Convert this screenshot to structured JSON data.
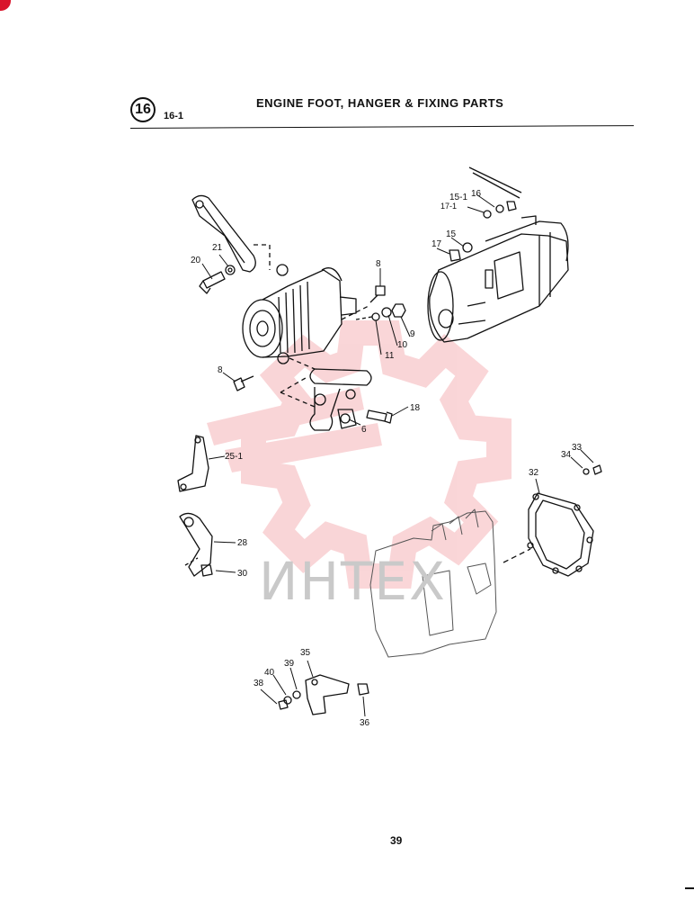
{
  "header": {
    "section_number": "16",
    "sub_section": "16-1",
    "title": "ENGINE FOOT, HANGER & FIXING PARTS"
  },
  "watermark": {
    "text": "ИНТЕХ",
    "color": "#e8454f"
  },
  "part_labels": [
    "20",
    "21",
    "8",
    "15-1",
    "16",
    "17-1",
    "15",
    "17",
    "8",
    "11",
    "10",
    "9",
    "18",
    "6",
    "25-1",
    "33",
    "34",
    "32",
    "28",
    "30",
    "35",
    "39",
    "40",
    "38",
    "36"
  ],
  "footer": {
    "page_number": "39"
  }
}
